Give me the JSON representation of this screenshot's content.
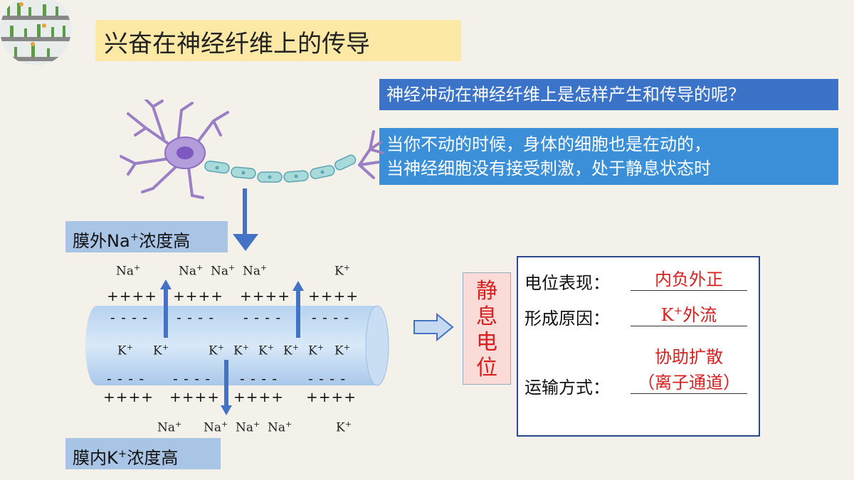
{
  "title": "兴奋在神经纤维上的传导",
  "question": "神经冲动在神经纤维上是怎样产生和传导的呢？",
  "explanation": {
    "line1": "当你不动的时候，身体的细胞也是在动的，",
    "line2": "当神经细胞没有接受刺激，处于静息状态时"
  },
  "label_outside": {
    "prefix": "膜外Na",
    "sup": "+",
    "suffix": "浓度高"
  },
  "label_inside": {
    "prefix": "膜内K",
    "sup": "+",
    "suffix": "浓度高"
  },
  "ions": {
    "top_na": [
      "Na",
      "Na",
      "Na",
      "Na"
    ],
    "top_k": "K",
    "mid_k": [
      "K",
      "K",
      "K",
      "K",
      "K",
      "K",
      "K",
      "K"
    ],
    "bottom_na": [
      "Na",
      "Na",
      "Na",
      "Na"
    ],
    "bottom_k": "K",
    "plus_sign": "+"
  },
  "charges": {
    "plus": "++++",
    "minus": "- - - -"
  },
  "result_box": [
    "静",
    "息",
    "电",
    "位"
  ],
  "panel": {
    "rows": [
      {
        "label": "电位表现：",
        "answer": "内负外正"
      },
      {
        "label": "形成原因：",
        "answer_k": "K",
        "answer_sup": "+",
        "answer_rest": "外流"
      },
      {
        "label": "运输方式：",
        "answer_line1": "协助扩散",
        "answer_line2": "（离子通道）"
      }
    ]
  },
  "colors": {
    "title_bg": "#fde9a6",
    "question_bg": "#3a73c8",
    "explanation_bg": "#3a8fd8",
    "label_bg": "#a9c5e5",
    "answer_red": "#d82020",
    "arrow_blue": "#4472c4"
  }
}
